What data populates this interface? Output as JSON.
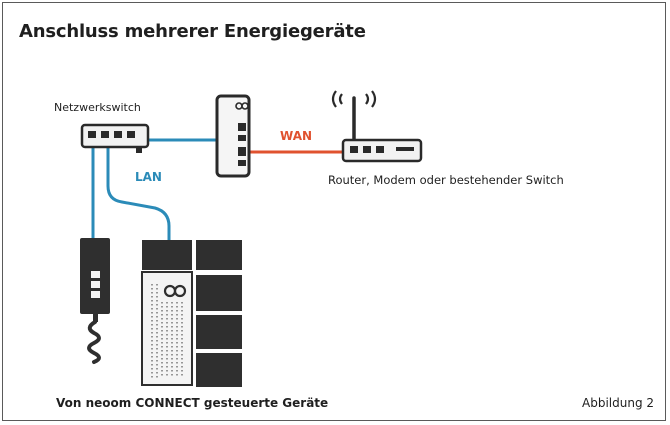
{
  "title": "Anschluss mehrerer Energiegeräte",
  "labels": {
    "network_switch": "Netzwerkswitch",
    "router": "Router, Modem oder bestehender Switch",
    "wan": "WAN",
    "lan": "LAN",
    "devices": "Von neoom CONNECT gesteuerte Geräte",
    "figure": "Abbildung 2"
  },
  "colors": {
    "lan_cable": "#2b8bb8",
    "wan_cable": "#e0522f",
    "device_dark": "#2f2f2f",
    "device_light": "#f4f4f4"
  },
  "icons": {
    "connect_logo": "infinity-logo"
  }
}
